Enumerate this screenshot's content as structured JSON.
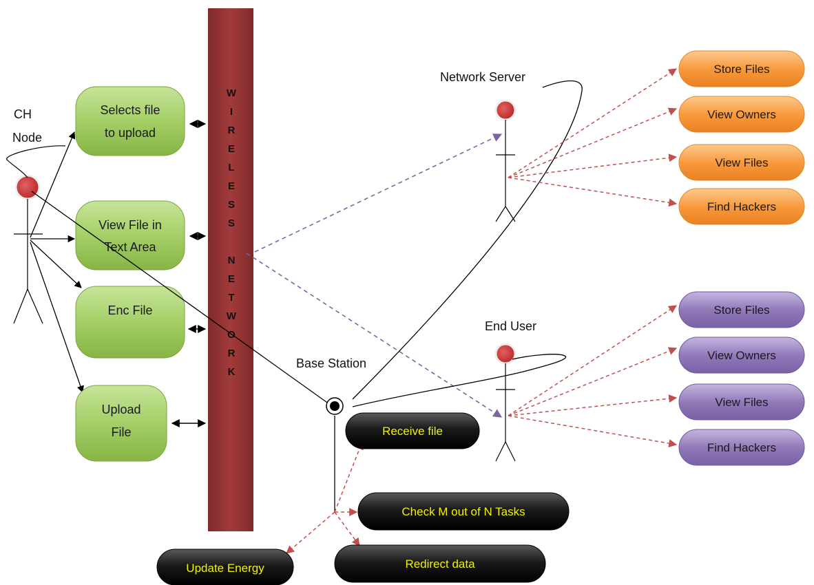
{
  "network_bar": {
    "letters": [
      "W",
      "I",
      "R",
      "E",
      "L",
      "E",
      "S",
      "S",
      "",
      "N",
      "E",
      "T",
      "W",
      "O",
      "R",
      "K"
    ]
  },
  "actors": {
    "ch_node": {
      "line1": "CH",
      "line2": "Node"
    },
    "network_server": "Network Server",
    "end_user": "End User",
    "base_station": "Base Station"
  },
  "ch_tasks": [
    {
      "line1": "Selects file",
      "line2": "to upload"
    },
    {
      "line1": "View File in",
      "line2": "Text Area"
    },
    {
      "line1": "Enc File",
      "line2": ""
    },
    {
      "line1": "Upload",
      "line2": "File"
    }
  ],
  "server_tasks": [
    "Store Files",
    "View Owners",
    "View Files",
    "Find Hackers"
  ],
  "user_tasks": [
    "Store Files",
    "View Owners",
    "View Files",
    "Find Hackers"
  ],
  "base_tasks": [
    "Receive file",
    "Check M out of N Tasks",
    "Redirect data",
    "Update Energy"
  ],
  "colors": {
    "bar": "#9b3535",
    "green": "#9dc95e",
    "orange": "#f79a3c",
    "purple": "#8e72b8",
    "black_pill": "#151515",
    "pill_text": "#f2f200",
    "red_arrow": "#c0504d",
    "blue_arrow": "#8064a2",
    "actor_head": "#d03c3c"
  }
}
